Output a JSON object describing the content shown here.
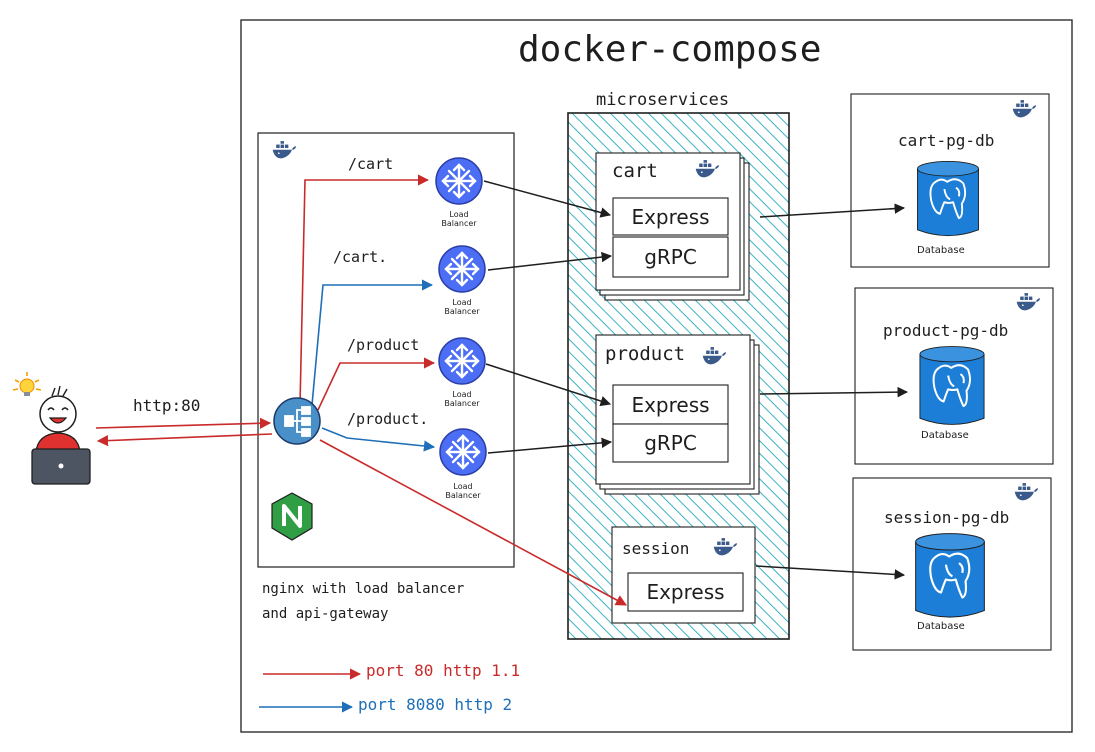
{
  "title": "docker-compose",
  "microservices_label": "microservices",
  "gateway": {
    "caption_line1": "nginx with load balancer",
    "caption_line2": "and api-gateway",
    "routes": [
      "/cart",
      "/cart.",
      "/product",
      "/product."
    ],
    "lb_caption_line1": "Load",
    "lb_caption_line2": "Balancer"
  },
  "client": {
    "protocol": "http:80"
  },
  "services": {
    "cart": {
      "name": "cart",
      "express": "Express",
      "grpc": "gRPC"
    },
    "product": {
      "name": "product",
      "express": "Express",
      "grpc": "gRPC"
    },
    "session": {
      "name": "session",
      "express": "Express"
    }
  },
  "databases": [
    {
      "name": "cart-pg-db",
      "caption": "Database"
    },
    {
      "name": "product-pg-db",
      "caption": "Database"
    },
    {
      "name": "session-pg-db",
      "caption": "Database"
    }
  ],
  "legend": {
    "http1": "port 80 http 1.1",
    "http2": "port 8080 http 2"
  },
  "colors": {
    "http1": "#c92a2a",
    "http2": "#1f6fb8",
    "load_balancer": "#4c6ef5",
    "hatch": "#3bb3c3",
    "db": "#1c7ed6",
    "docker": "#3a5a8c",
    "nginx": "#2f9e44"
  },
  "icons": [
    "docker-icon",
    "load-balancer-icon",
    "gateway-icon",
    "nginx-icon",
    "postgres-db-icon",
    "user-laptop-icon",
    "lightbulb-icon"
  ]
}
